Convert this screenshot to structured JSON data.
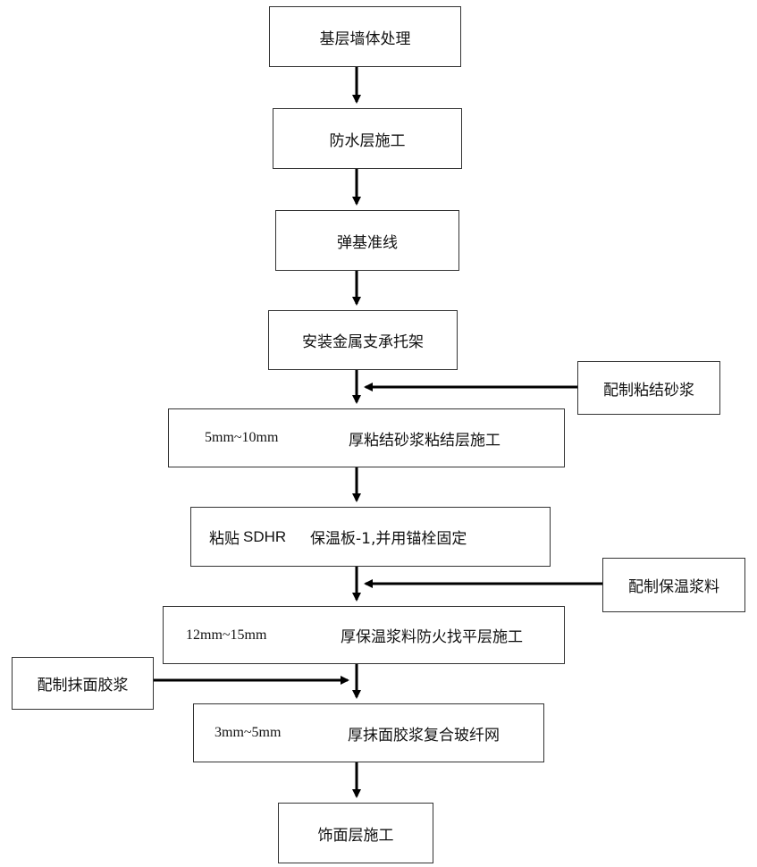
{
  "steps": {
    "s1": "基层墙体处理",
    "s2": "防水层施工",
    "s3": "弹基准线",
    "s4": "安装金属支承托架",
    "s5a": "5mm~10mm",
    "s5b": "厚粘结砂浆粘结层施工",
    "s6a": "粘贴",
    "s6b": "SDHR",
    "s6c": "保温板-1,并用锚栓固定",
    "s7a": "12mm~15mm",
    "s7b": "厚保温浆料防火找平层施工",
    "s8a": "3mm~5mm",
    "s8b": "厚抹面胶浆复合玻纤网",
    "s9": "饰面层施工"
  },
  "side": {
    "m1": "配制粘结砂浆",
    "m2": "配制保温浆料",
    "m3": "配制抹面胶浆"
  }
}
